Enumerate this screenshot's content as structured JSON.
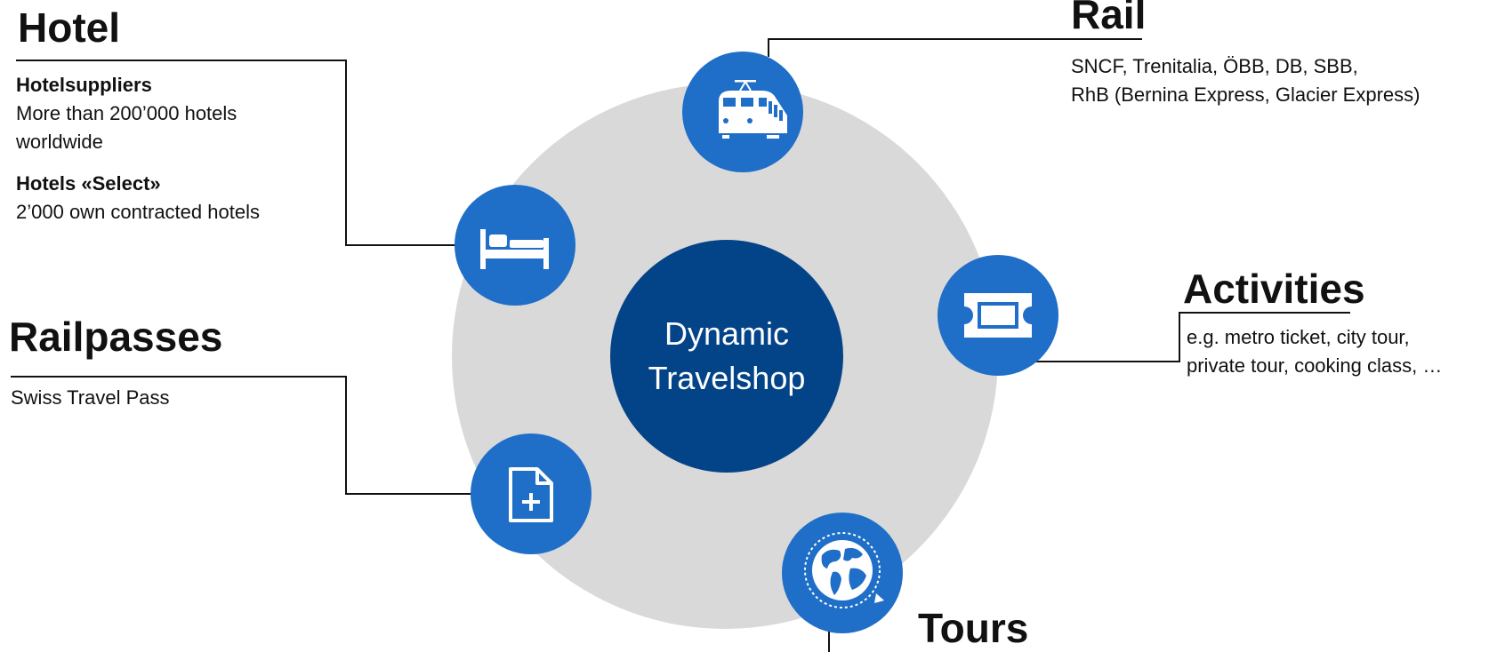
{
  "center": {
    "line1": "Dynamic",
    "line2": "Travelshop"
  },
  "hotel": {
    "title": "Hotel",
    "items": [
      {
        "label": "Hotelsuppliers",
        "lines": [
          "More than 200’000 hotels",
          "worldwide"
        ]
      },
      {
        "label": "Hotels «Select»",
        "lines": [
          "2’000 own contracted hotels"
        ]
      }
    ]
  },
  "rail": {
    "title": "Rail",
    "lines": [
      "SNCF, Trenitalia, ÖBB, DB, SBB,",
      "RhB (Bernina Express, Glacier Express)"
    ]
  },
  "activities": {
    "title": "Activities",
    "lines": [
      "e.g. metro ticket, city tour,",
      "private tour, cooking class, …"
    ]
  },
  "railpasses": {
    "title": "Railpasses",
    "lines": [
      "Swiss Travel Pass"
    ]
  },
  "tours": {
    "title": "Tours"
  },
  "colors": {
    "ring": "#d9d9d9",
    "center": "#034488",
    "node": "#1f6ec8",
    "connector": "#111111"
  },
  "icons": {
    "hotel": "bed-icon",
    "rail": "train-icon",
    "activities": "ticket-icon",
    "railpasses": "document-plus-icon",
    "tours": "globe-icon"
  }
}
